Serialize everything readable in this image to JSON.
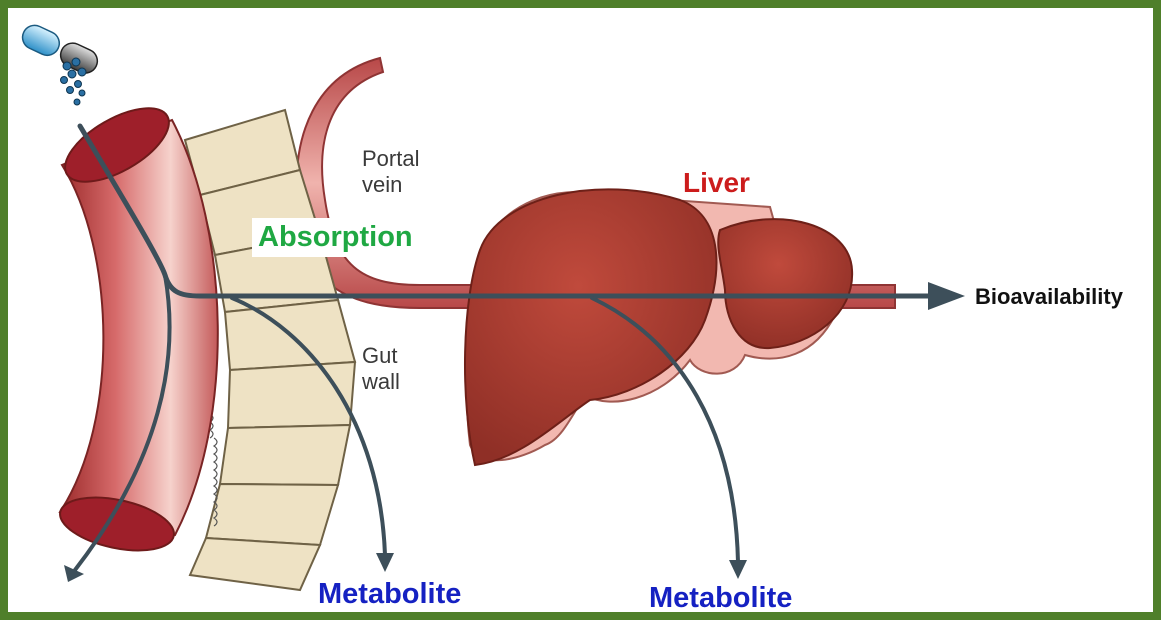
{
  "labels": {
    "portal_vein_line1": "Portal",
    "portal_vein_line2": "vein",
    "gut_wall_line1": "Gut",
    "gut_wall_line2": "wall",
    "absorption": "Absorption",
    "liver": "Liver",
    "bioavailability": "Bioavailability",
    "metabolite_gut": "Metabolite",
    "metabolite_liver": "Metabolite"
  },
  "icons": [
    "capsule-icon",
    "drug-granules-icon"
  ],
  "colors": {
    "frame": "#4f7f2a",
    "absorption": "#1fa843",
    "liver_label": "#cc1c1c",
    "metabolite": "#1521c2",
    "arrow": "#3d4f5a",
    "liver": "#a33a2e",
    "gut_wall": "#eee2c4",
    "intestine": "#c94f4f"
  }
}
